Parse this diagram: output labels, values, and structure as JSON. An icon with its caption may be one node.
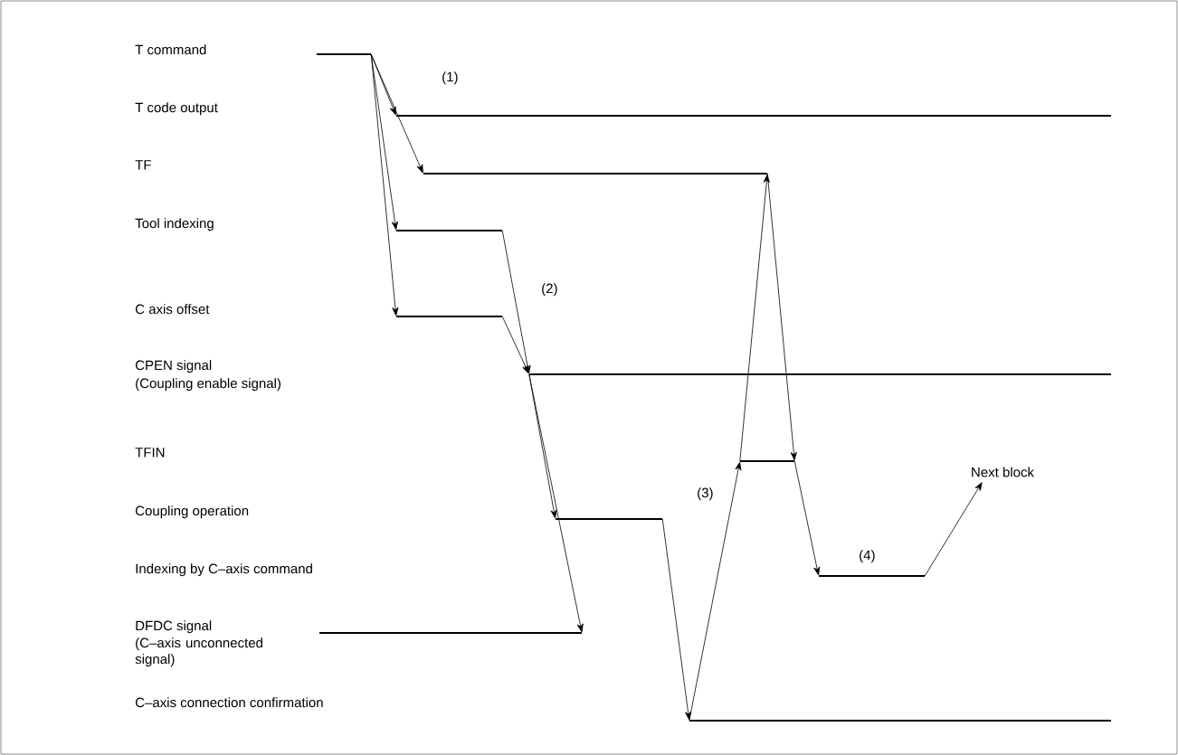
{
  "diagram": {
    "nodes": [
      {
        "text": [],
        "shape": "line"
      },
      {
        "text": [],
        "shape": "line"
      },
      {
        "text": [],
        "shape": "line"
      },
      {
        "text": [],
        "shape": "line"
      },
      {
        "text": [],
        "shape": "line"
      },
      {
        "text": [],
        "shape": "line"
      },
      {
        "text": [],
        "shape": "line"
      },
      {
        "text": [
          "Next block"
        ]
      },
      {
        "text": [],
        "shape": "line"
      },
      {
        "text": [],
        "shape": "line"
      },
      {
        "text": [],
        "shape": "line"
      },
      {
        "text": [],
        "shape": "line"
      }
    ],
    "edges": [
      {
        "from": 0,
        "to": 1,
        "arrow": "to"
      },
      {
        "from": 0,
        "to": 2,
        "arrow": "to"
      },
      {
        "from": 0,
        "to": 3,
        "arrow": "to"
      },
      {
        "from": 0,
        "to": 4,
        "arrow": "to"
      },
      {
        "from": 3,
        "to": 5,
        "arrow": "to"
      },
      {
        "from": 4,
        "to": 5,
        "arrow": "to"
      },
      {
        "from": 5,
        "to": 8,
        "arrow": "to"
      },
      {
        "from": 5,
        "to": 10,
        "arrow": "to"
      },
      {
        "from": 8,
        "to": 11,
        "arrow": "to"
      },
      {
        "from": 11,
        "to": 6,
        "arrow": "to"
      },
      {
        "from": 6,
        "to": 2,
        "arrow": "to"
      },
      {
        "from": 2,
        "to": 6,
        "arrow": "to"
      },
      {
        "from": 6,
        "to": 9,
        "arrow": "to"
      },
      {
        "from": 9,
        "to": 7,
        "arrow": "to"
      }
    ],
    "labels": [
      "T command",
      "(1)",
      "T code output",
      "TF",
      "Tool indexing",
      "(2)",
      "C axis offset",
      "CPEN signal",
      "(Coupling enable signal)",
      "TFIN",
      "(3)",
      "Coupling operation",
      "(4)",
      "Indexing by C–axis command",
      "DFDC signal",
      "(C–axis unconnected signal)",
      "C–axis connection confirmation"
    ]
  }
}
